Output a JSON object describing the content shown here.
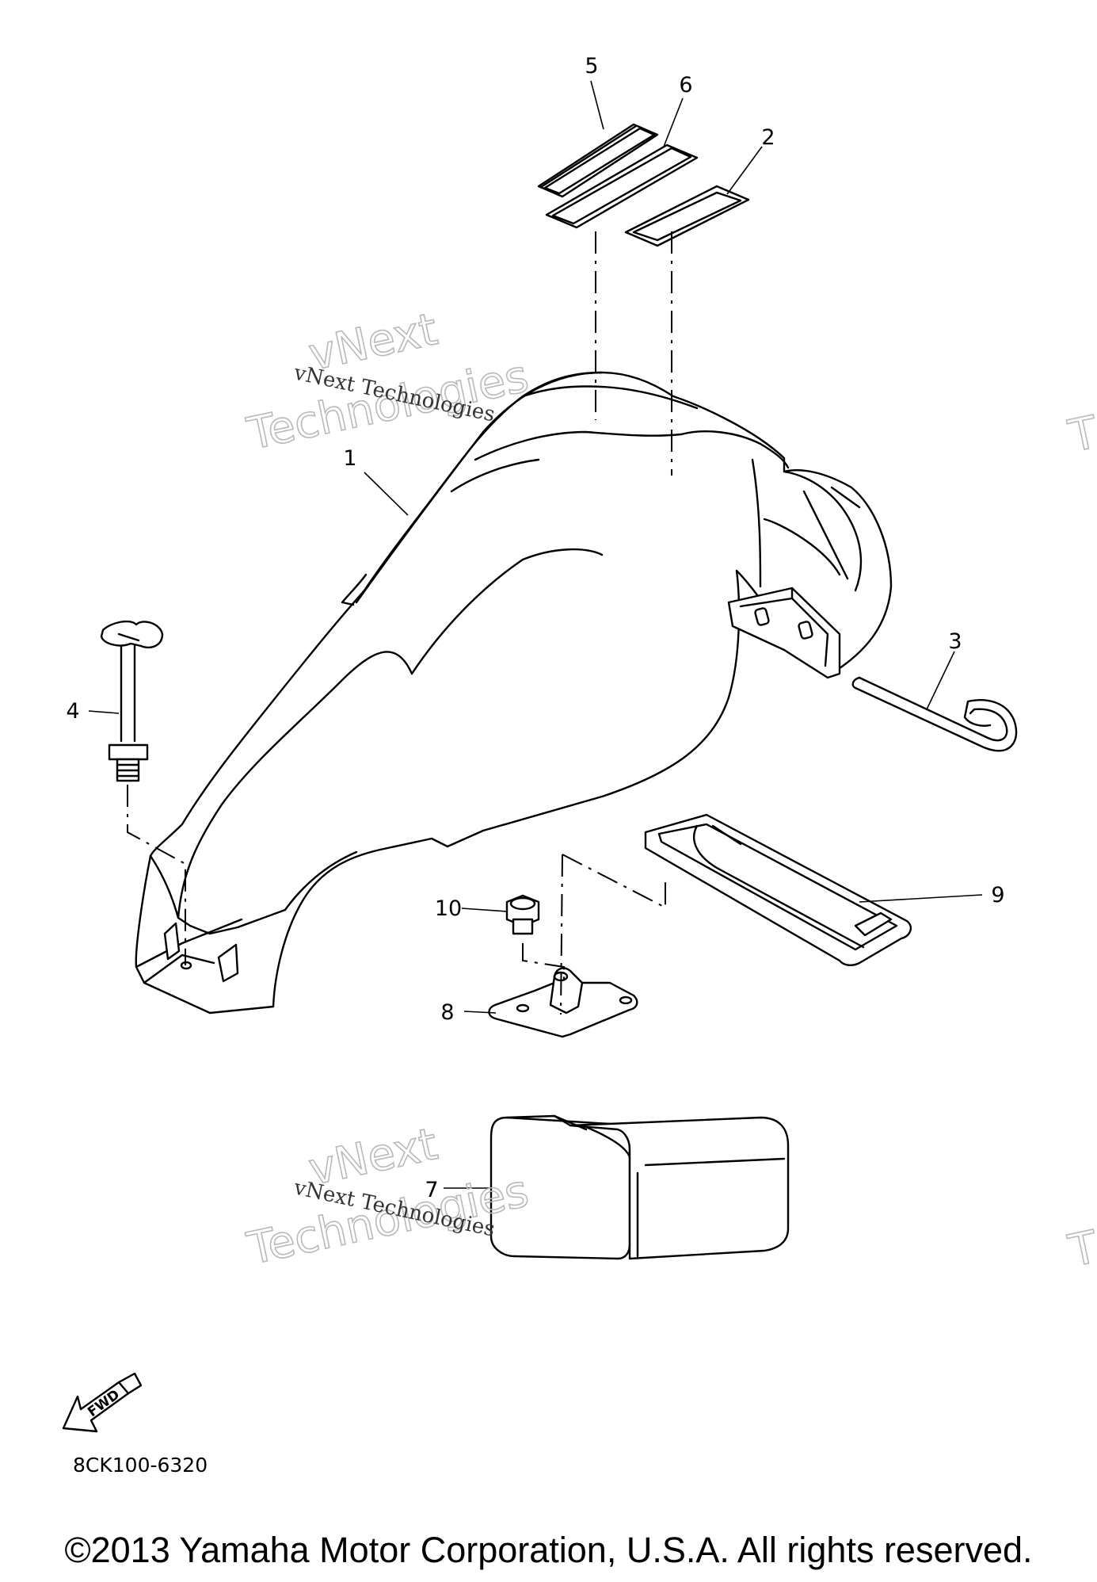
{
  "watermark": {
    "small_text": "vNext Technologies",
    "big_line1": "vNext",
    "big_line2": "Technologies",
    "edge_fragment": "T"
  },
  "callouts": [
    {
      "id": "1",
      "label": "1"
    },
    {
      "id": "2",
      "label": "2"
    },
    {
      "id": "3",
      "label": "3"
    },
    {
      "id": "4",
      "label": "4"
    },
    {
      "id": "5",
      "label": "5"
    },
    {
      "id": "6",
      "label": "6"
    },
    {
      "id": "7",
      "label": "7"
    },
    {
      "id": "8",
      "label": "8"
    },
    {
      "id": "9",
      "label": "9"
    },
    {
      "id": "10",
      "label": "10"
    }
  ],
  "direction_marker": "FWD",
  "drawing_code": "8CK100-6320",
  "copyright": "©2013 Yamaha Motor Corporation, U.S.A. All rights reserved."
}
